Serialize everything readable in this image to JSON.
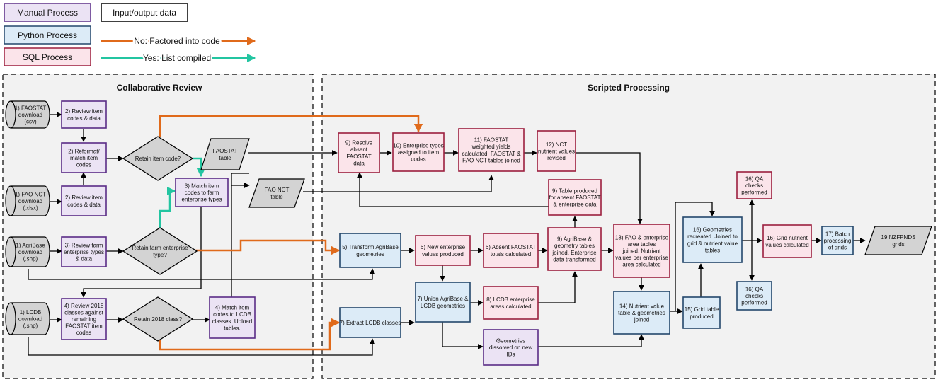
{
  "legend": {
    "manual": "Manual Process",
    "python": "Python Process",
    "sql": "SQL Process",
    "io": "Input/output data",
    "no": "No: Factored into code",
    "yes": "Yes: List compiled"
  },
  "sections": {
    "collab": "Collaborative Review",
    "scripted": "Scripted Processing"
  },
  "colors": {
    "manual_fill": "#ebe3f4",
    "manual_stroke": "#5a2c86",
    "python_fill": "#dcebf7",
    "python_stroke": "#24476b",
    "sql_fill": "#fbe4ea",
    "sql_stroke": "#9c1f3e",
    "data_fill": "#d3d3d3",
    "no_arrow": "#e06a1b",
    "yes_arrow": "#23c5a1"
  },
  "nodes": {
    "faostat_dl": [
      "1) FAOSTAT",
      "download",
      "(csv)"
    ],
    "faonct_dl": [
      "1) FAO NCT",
      "download",
      "(.xlsx)"
    ],
    "agribase_dl": [
      "1) AgriBase",
      "download",
      "(.shp)"
    ],
    "lcdb_dl": [
      "1) LCDB",
      "download",
      "(.shp)"
    ],
    "review_codes": [
      "2) Review item",
      "codes & data"
    ],
    "reformat": [
      "2) Reformat/",
      "match item",
      "codes"
    ],
    "review_nct": [
      "2) Review item",
      "codes & data"
    ],
    "review_farm": [
      "3) Review farm",
      "enterprise types",
      "& data"
    ],
    "review_2018": [
      "4) Review 2018",
      "classes against",
      "remaining",
      "FAOSTAT item",
      "codes"
    ],
    "retain_item": [
      "Retain item code?"
    ],
    "retain_farm": [
      "Retain farm enterprise",
      "type?"
    ],
    "retain_2018": [
      "Retain 2018 class?"
    ],
    "match_farm": [
      "3) Match item",
      "codes to farm",
      "enterprise types"
    ],
    "match_lcdb": [
      "4) Match item",
      "codes to LCDB",
      "classes. Upload",
      "tables."
    ],
    "faostat_table": [
      "FAOSTAT",
      "table"
    ],
    "faonct_table": [
      "FAO NCT",
      "table"
    ],
    "resolve": [
      "9) Resolve",
      "absent",
      "FAOSTAT",
      "data"
    ],
    "enterprise_assigned": [
      "10) Enterprise types",
      "assigned to item",
      "codes"
    ],
    "weighted": [
      "11) FAOSTAT",
      "weighted yields",
      "calculated. FAOSTAT &",
      "FAO NCT tables joined"
    ],
    "nct_revised": [
      "12) NCT",
      "nutrient values",
      "revised"
    ],
    "table_absent": [
      "9) Table produced",
      "for absent FAOSTAT",
      "& enterprise data"
    ],
    "transform": [
      "5) Transform AgriBase",
      "geometries"
    ],
    "new_values": [
      "6) New enterprise",
      "values produced"
    ],
    "absent_totals": [
      "6) Absent FAOSTAT",
      "totals calculated"
    ],
    "agribase_joined": [
      "9) AgriBase  &",
      "geometry tables",
      "joined. Enterprise",
      "data transformed"
    ],
    "fao_area": [
      "13) FAO & enterprise",
      "area tables",
      "joined. Nutrient",
      "values per enterprise",
      "area calculated"
    ],
    "extract": [
      "7) Extract LCDB classes"
    ],
    "union": [
      "7) Union AgriBase &",
      "LCDB geometries"
    ],
    "lcdb_areas": [
      "8) LCDB enterprise",
      "areas calculated"
    ],
    "dissolved": [
      "Geometries",
      "dissolved on new",
      "IDs"
    ],
    "nutrient_join": [
      "14) Nutrient value",
      "table & geometries",
      "joined"
    ],
    "grid_table": [
      "15) Grid table",
      "produced"
    ],
    "recreated": [
      "16) Geometries",
      "recreated. Joined to",
      "grid & nutrient value",
      "tables"
    ],
    "qa_top": [
      "16) QA",
      "checks",
      "performed"
    ],
    "qa_bottom": [
      "16) QA",
      "checks",
      "performed"
    ],
    "grid_nutrient": [
      "16) Grid nutrient",
      "values calculated"
    ],
    "batch": [
      "17) Batch",
      "processing",
      "of grids"
    ],
    "nzfpnds": [
      "19 NZFPNDS",
      "grids"
    ]
  }
}
